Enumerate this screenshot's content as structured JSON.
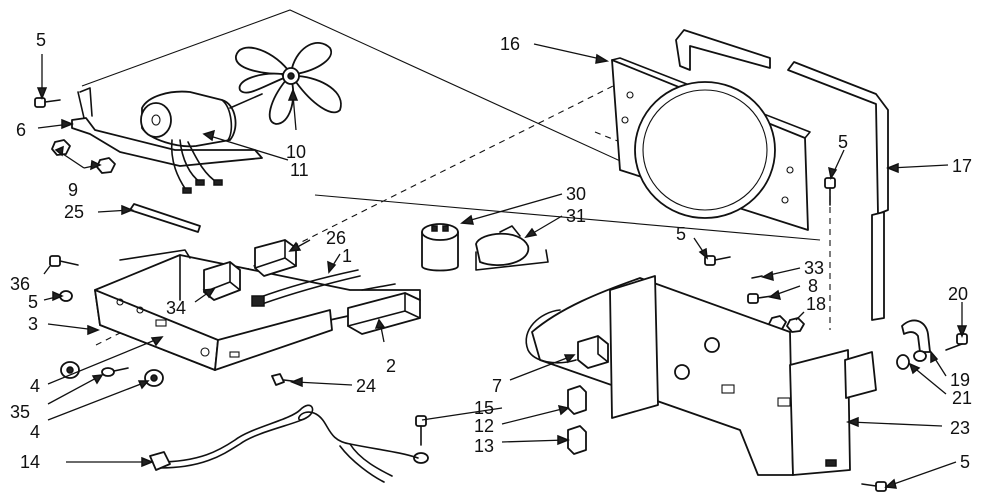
{
  "callouts": [
    {
      "id": "5a",
      "text": "5"
    },
    {
      "id": "6",
      "text": "6"
    },
    {
      "id": "9",
      "text": "9"
    },
    {
      "id": "10",
      "text": "10"
    },
    {
      "id": "11",
      "text": "11"
    },
    {
      "id": "25",
      "text": "25"
    },
    {
      "id": "16",
      "text": "16"
    },
    {
      "id": "17",
      "text": "17"
    },
    {
      "id": "5b",
      "text": "5"
    },
    {
      "id": "30",
      "text": "30"
    },
    {
      "id": "31",
      "text": "31"
    },
    {
      "id": "26",
      "text": "26"
    },
    {
      "id": "1",
      "text": "1"
    },
    {
      "id": "34",
      "text": "34"
    },
    {
      "id": "36",
      "text": "36"
    },
    {
      "id": "5c",
      "text": "5"
    },
    {
      "id": "3",
      "text": "3"
    },
    {
      "id": "2",
      "text": "2"
    },
    {
      "id": "24",
      "text": "24"
    },
    {
      "id": "4a",
      "text": "4"
    },
    {
      "id": "35",
      "text": "35"
    },
    {
      "id": "4b",
      "text": "4"
    },
    {
      "id": "14",
      "text": "14"
    },
    {
      "id": "5d",
      "text": "5"
    },
    {
      "id": "33",
      "text": "33"
    },
    {
      "id": "8",
      "text": "8"
    },
    {
      "id": "18",
      "text": "18"
    },
    {
      "id": "20",
      "text": "20"
    },
    {
      "id": "19",
      "text": "19"
    },
    {
      "id": "21",
      "text": "21"
    },
    {
      "id": "7",
      "text": "7"
    },
    {
      "id": "15",
      "text": "15"
    },
    {
      "id": "12",
      "text": "12"
    },
    {
      "id": "13",
      "text": "13"
    },
    {
      "id": "23",
      "text": "23"
    },
    {
      "id": "5e",
      "text": "5"
    }
  ]
}
